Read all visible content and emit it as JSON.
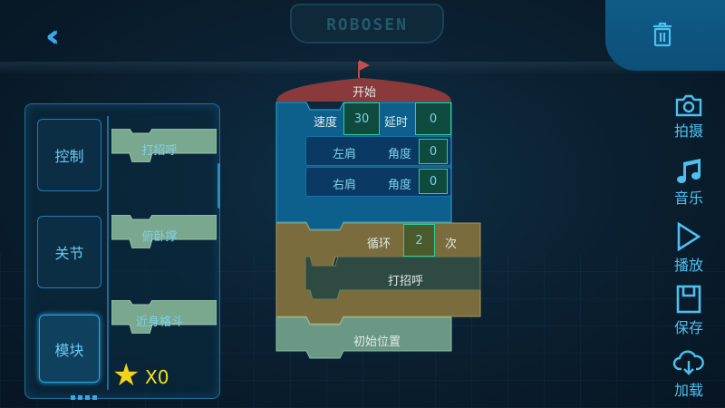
{
  "header": {
    "logo": "ROBOSEN",
    "back_icon": "chevrons-left-icon",
    "trash_icon": "trash-icon"
  },
  "toolbar": [
    {
      "label": "拍摄",
      "icon": "camera-icon"
    },
    {
      "label": "音乐",
      "icon": "music-icon"
    },
    {
      "label": "播放",
      "icon": "play-icon"
    },
    {
      "label": "保存",
      "icon": "save-icon"
    },
    {
      "label": "加载",
      "icon": "cloud-download-icon"
    }
  ],
  "palette": {
    "categories": [
      {
        "label": "控制"
      },
      {
        "label": "关节"
      },
      {
        "label": "模块",
        "selected": true
      }
    ],
    "blocks": [
      {
        "label": "打招呼"
      },
      {
        "label": "俯卧撑"
      },
      {
        "label": "近身格斗"
      }
    ],
    "stars": "X0"
  },
  "program": {
    "start": "开始",
    "speed_label": "速度",
    "speed": "30",
    "delay_label": "延时",
    "delay": "0",
    "joints": [
      {
        "name": "左肩",
        "angle_label": "角度",
        "angle": "0"
      },
      {
        "name": "右肩",
        "angle_label": "角度",
        "angle": "0"
      }
    ],
    "loop_label": "循环",
    "loop_count": "2",
    "loop_unit": "次",
    "loop_body": "打招呼",
    "reset": "初始位置"
  },
  "colors": {
    "accent": "#3aa8e8",
    "start": "#8a3a3a",
    "motion": "#0d5f8c",
    "loop": "#7a6c3c",
    "module": "#6a9884",
    "star": "#f2d21a"
  }
}
